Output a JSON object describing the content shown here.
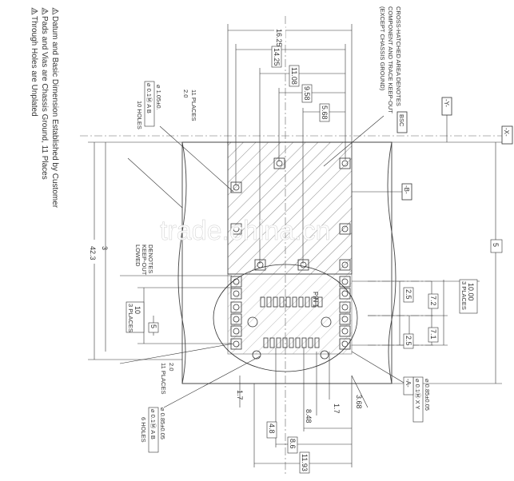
{
  "notes": [
    {
      "tri": "1",
      "text": "Datum and Basic Dimension Established by Customer"
    },
    {
      "tri": "2",
      "text": "Pads and Vias are Chassis Ground, 11 Places"
    },
    {
      "tri": "3",
      "text": "Through Holes are Unplated"
    }
  ],
  "keepout_note": [
    "CROSS-HATCHED AREA DENOTES",
    "COMPONENT AND TRACE KEEP-OUT",
    "(EXCEPT CHASSIS GROUND)"
  ],
  "partial_note": [
    "DENOTES",
    "KEEP-OUT",
    "LOWED"
  ],
  "dims": {
    "d1625": "16.25",
    "d1425": "14.25",
    "d1108": "11.08",
    "d958": "9.58",
    "d568": "5.68",
    "d423": "42.3",
    "d3": "3",
    "d1000": "10.00",
    "d3places_r": "3 PLACES",
    "d10": "10",
    "d3places_l": "3 PLACES",
    "d5l": "5",
    "d5r": "5",
    "d25a": "2.5",
    "d25b": "2.5",
    "d72": "7.2",
    "d71": "7.1",
    "d17a": "1.7",
    "d17b": "1.7",
    "d848": "8.48",
    "d368": "3.68",
    "d48": "4.8",
    "d86": "8.6",
    "d1193": "11.93",
    "d20top": "2.0",
    "d20bot": "2.0",
    "places11a": "11 PLACES",
    "places11b": "11 PLACES"
  },
  "datums": {
    "x": "-X-",
    "y": "-Y-",
    "a": "-A-",
    "b": "-B-"
  },
  "callouts": {
    "hole_top": "⌀ 1.05±0.",
    "hole_top_fcf": "⌀ 0.1Ⓜ A B",
    "hole_top_count": "10 HOLES",
    "hole_bot": "⌀ 0.85±0.05",
    "hole_bot_fcf": "⌀ 0.1Ⓜ A B",
    "hole_bot_count": "6 HOLES",
    "hole_right": "⌀ 0.85±0.05",
    "hole_right_fcf": "⌀ 0.1Ⓜ X Y",
    "bsc": "BSC",
    "pin1": "PIN 1"
  },
  "watermark": "trade.china.cn"
}
